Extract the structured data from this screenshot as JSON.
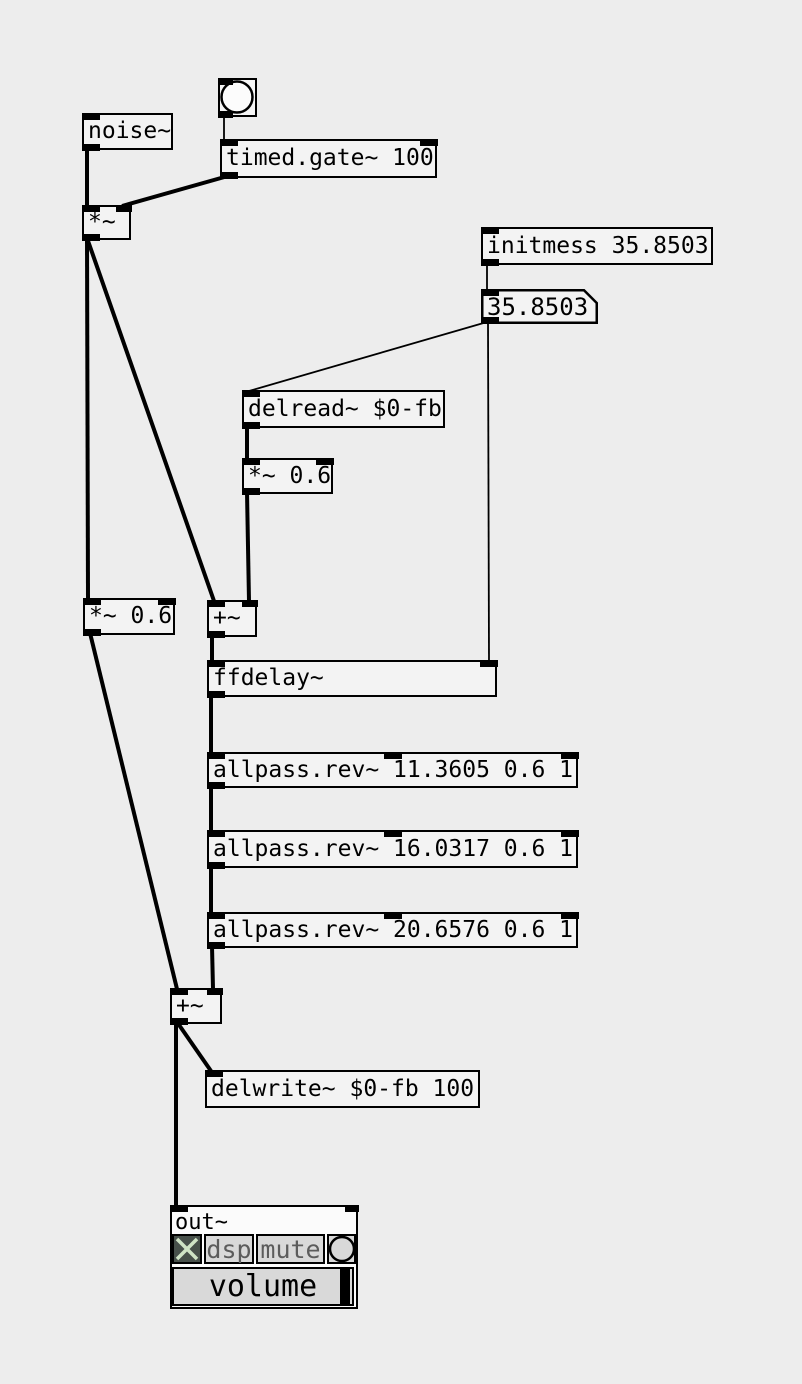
{
  "app": {
    "name": "Pure Data patch canvas",
    "colors": {
      "canvas_bg": "#ededed",
      "box_fill": "#f3f3f3",
      "box_border": "#000000",
      "cord": "#000000",
      "gop_bg": "#fbfbfb",
      "toggle_bg": "#47504a",
      "toggle_cross": "#cfe3c5",
      "button_bg": "#d9d9d9",
      "button_text": "#5c5c5c",
      "slider_knob": "#000000"
    }
  },
  "patch": {
    "boxes": {
      "noise": {
        "label": "noise~"
      },
      "timed_gate": {
        "label": "timed.gate~ 100"
      },
      "mul_sig": {
        "label": "*~"
      },
      "initmess": {
        "label": "initmess 35.8503"
      },
      "atom_delay_time": {
        "value": "35.8503"
      },
      "delread": {
        "label": "delread~ $0-fb"
      },
      "mul_feedback": {
        "label": "*~ 0.6"
      },
      "mul_dry": {
        "label": "*~ 0.6"
      },
      "add_pre_delay": {
        "label": "+~"
      },
      "ffdelay": {
        "label": "ffdelay~"
      },
      "allpass1": {
        "label": "allpass.rev~ 11.3605 0.6 1"
      },
      "allpass2": {
        "label": "allpass.rev~ 16.0317 0.6 1"
      },
      "allpass3": {
        "label": "allpass.rev~ 20.6576 0.6 1"
      },
      "add_mix": {
        "label": "+~"
      },
      "delwrite": {
        "label": "delwrite~ $0-fb 100"
      },
      "out": {
        "label": "out~",
        "dsp_label": "dsp",
        "mute_label": "mute",
        "volume_label": "volume"
      }
    }
  }
}
